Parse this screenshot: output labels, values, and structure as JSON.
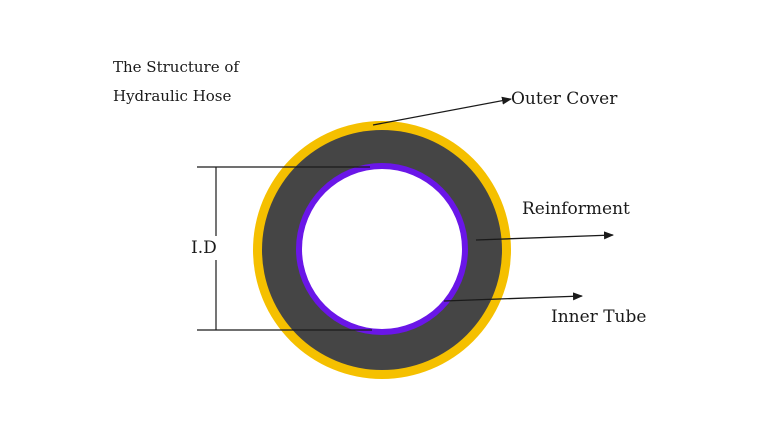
{
  "title": {
    "line1": "The Structure of",
    "line2": "Hydraulic Hose"
  },
  "labels": {
    "outer_cover": "Outer Cover",
    "reinforcement": "Reinforment",
    "inner_tube": "Inner Tube",
    "inner_diameter": "I.D"
  },
  "colors": {
    "outer_cover": "#f5c000",
    "reinforcement": "#454545",
    "inner_tube": "#6a16e8",
    "bore": "#ffffff",
    "lines": "#1a1a1a"
  }
}
